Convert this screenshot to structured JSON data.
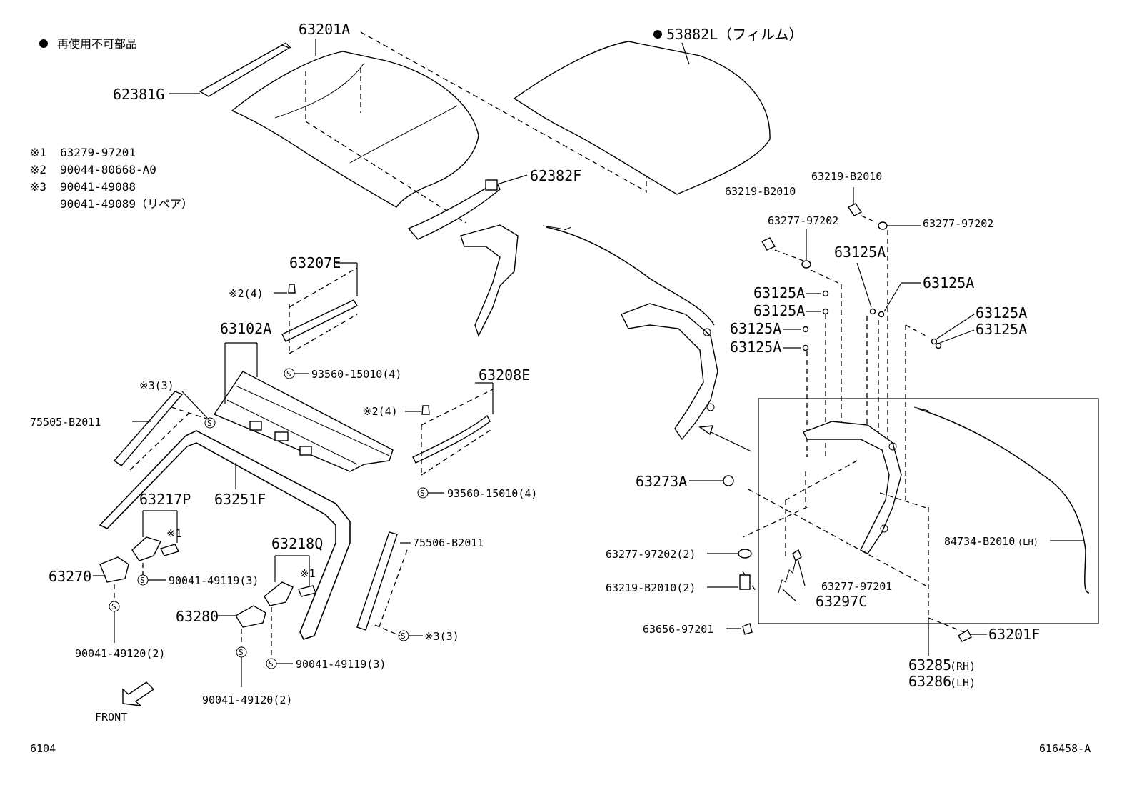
{
  "legend": {
    "nonreusable": "再使用不可部品",
    "notes": [
      {
        "mark": "※1",
        "text": "63279-97201"
      },
      {
        "mark": "※2",
        "text": "90044-80668-A0"
      },
      {
        "mark": "※3",
        "text": "90041-49088"
      },
      {
        "mark": "",
        "text": "90041-49089（リペア）"
      }
    ]
  },
  "symbols": {
    "screw": "S",
    "dot": "●"
  },
  "labels": {
    "p63201A": "63201A",
    "p53882L": "53882L（フィルム）",
    "p62381G": "62381G",
    "p62382F": "62382F",
    "p63207E": "63207E",
    "n2_4_a": "※2(4)",
    "p93560_a": "93560-15010(4)",
    "p63102A": "63102A",
    "n3_3_a": "※3(3)",
    "p75505": "75505-B2011",
    "p63251F": "63251F",
    "p63208E": "63208E",
    "n2_4_b": "※2(4)",
    "p93560_b": "93560-15010(4)",
    "p63217P": "63217P",
    "n1_a": "※1",
    "p63270": "63270",
    "p90041_119_a": "90041-49119(3)",
    "p90041_120_a": "90041-49120(2)",
    "p63218Q": "63218Q",
    "n1_b": "※1",
    "p63280": "63280",
    "p90041_119_b": "90041-49119(3)",
    "p90041_120_b": "90041-49120(2)",
    "p75506": "75506-B2011",
    "n3_3_b": "※3(3)",
    "front": "FRONT",
    "p63219_a": "63219-B2010",
    "p63219_b": "63219-B2010",
    "p63277_a": "63277-97202",
    "p63277_b": "63277-97202",
    "p63125A_1": "63125A",
    "p63125A_2": "63125A",
    "p63125A_3": "63125A",
    "p63125A_4": "63125A",
    "p63125A_5": "63125A",
    "p63125A_6": "63125A",
    "p63125A_7": "63125A",
    "p63125A_8": "63125A",
    "p63273A": "63273A",
    "p63277_c": "63277-97202(2)",
    "p63219_c": "63219-B2010(2)",
    "p63656": "63656-97201",
    "p63277_d": "63277-97201",
    "p63297C": "63297C",
    "p84734": "84734-B2010",
    "lh_tag": "(LH)",
    "p63201F": "63201F",
    "p63285": "63285",
    "rh_tag": "(RH)",
    "p63286": "63286",
    "lh_tag2": "(LH)"
  },
  "footer": {
    "left_code": "6104",
    "right_code": "616458-A"
  }
}
